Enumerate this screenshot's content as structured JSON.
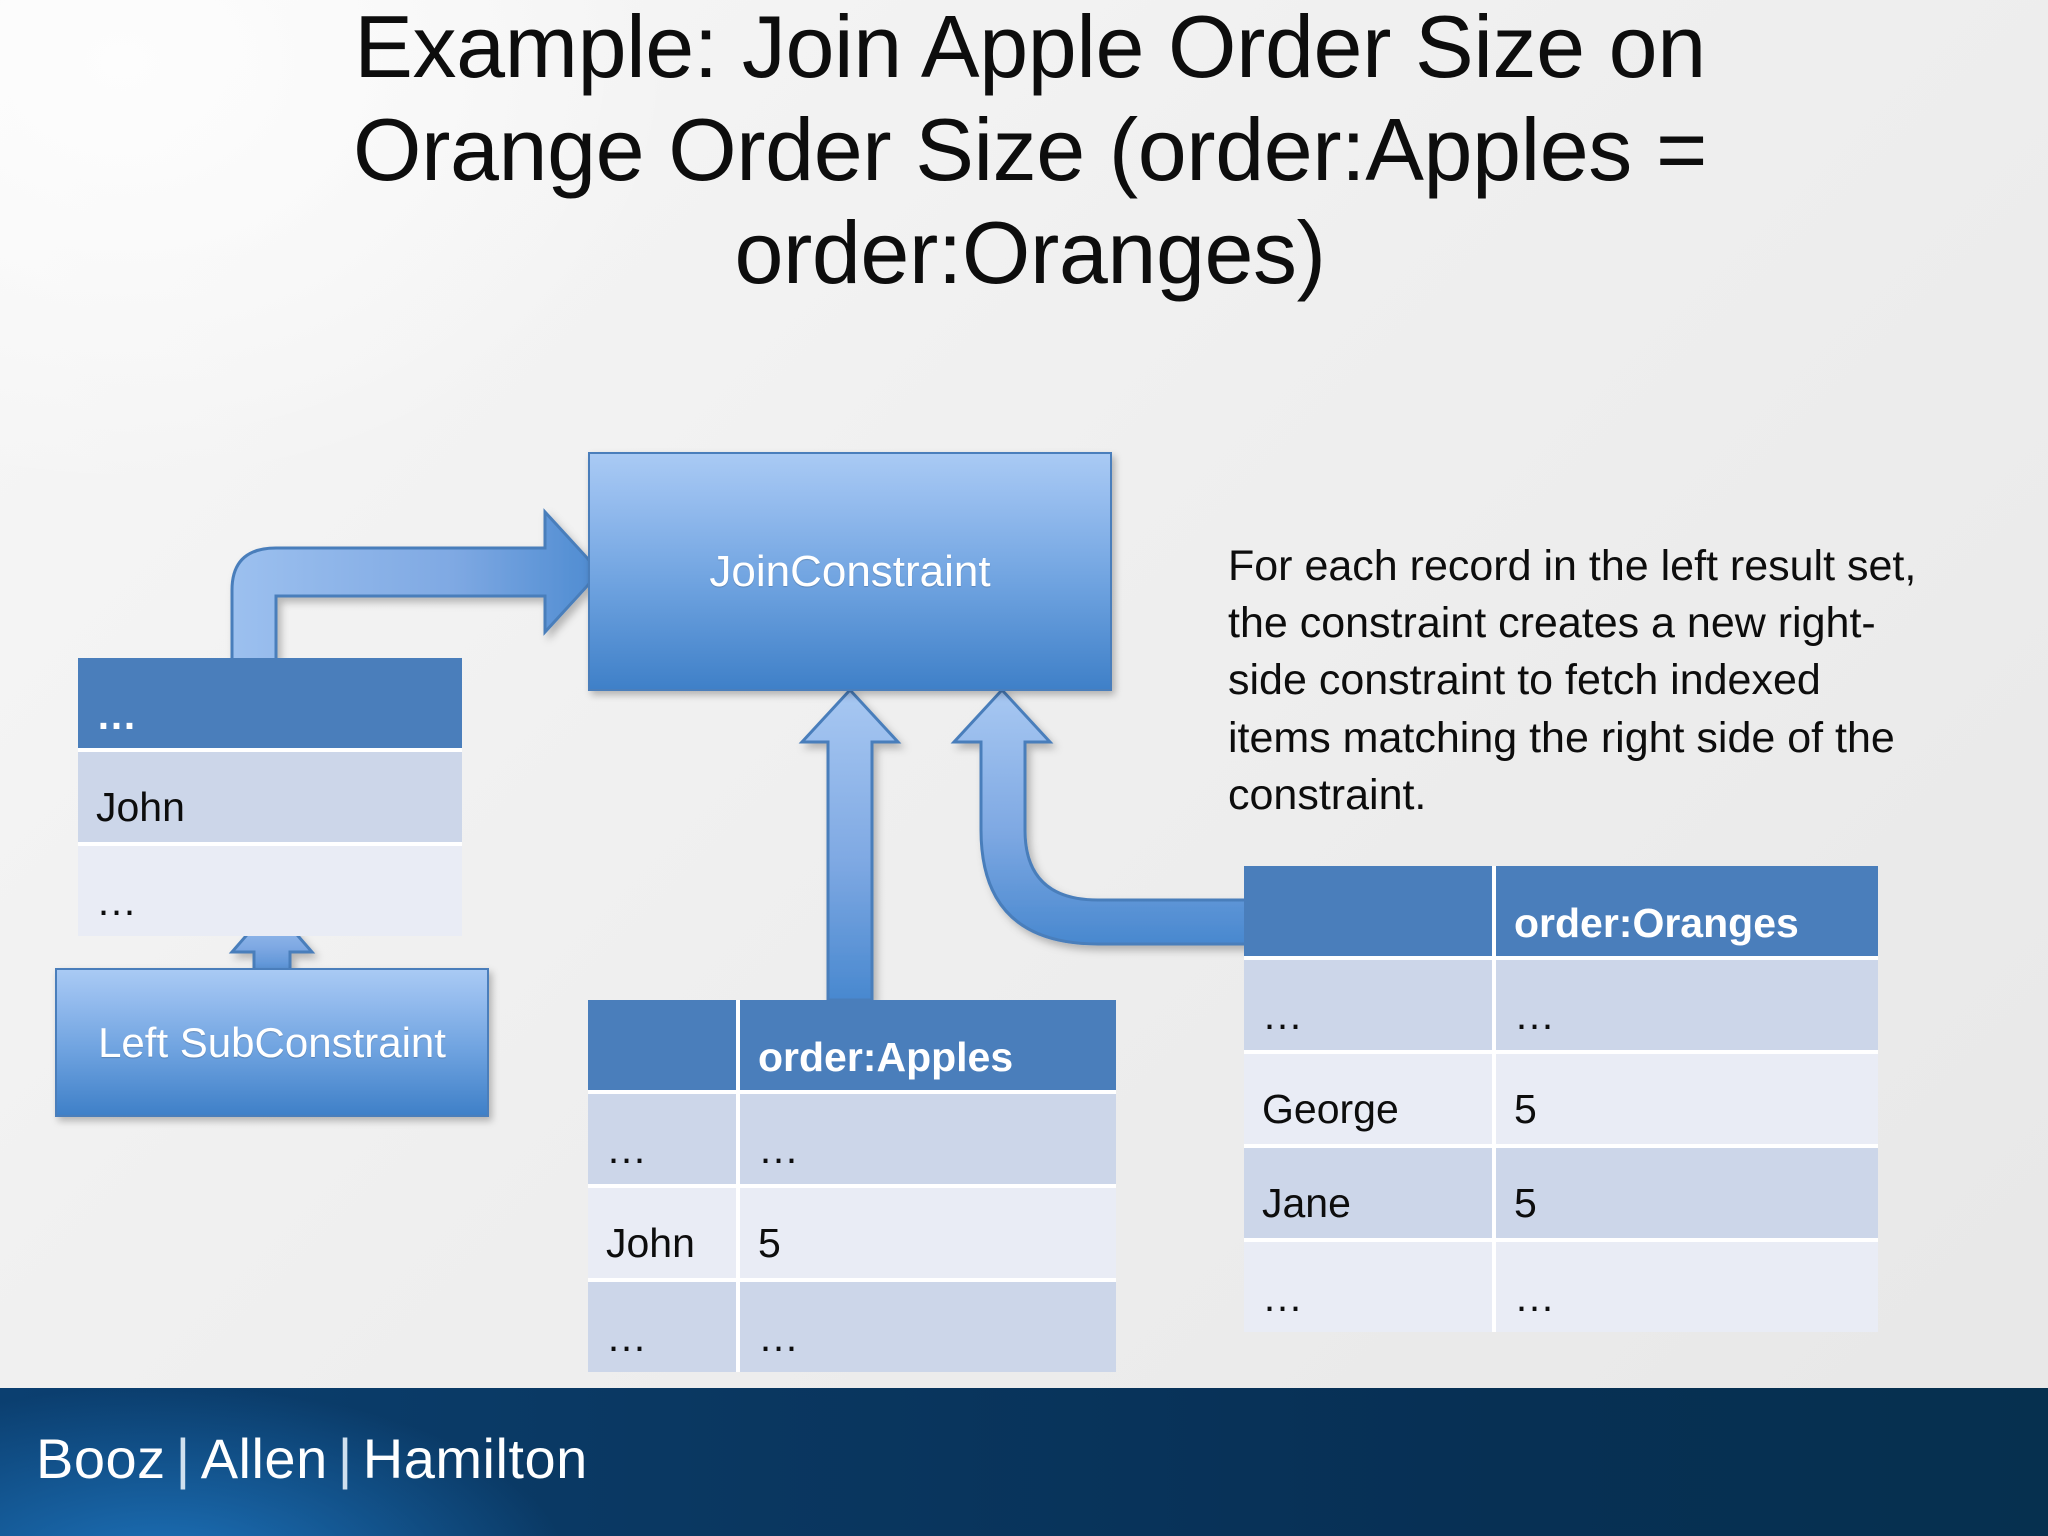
{
  "slide": {
    "title": "Example: Join Apple Order Size on\nOrange Order Size (order:Apples =\norder:Oranges)",
    "background_color": "#efefef",
    "accent_color": "#4a7ebb"
  },
  "nodes": {
    "join_constraint": "JoinConstraint",
    "left_subconstraint": "Left SubConstraint"
  },
  "note": "For each record in the left result set, the constraint creates a new right-side constraint to fetch indexed items matching the right side of the constraint.",
  "tables": {
    "left_result": {
      "headers": [
        "…"
      ],
      "rows": [
        [
          "John"
        ],
        [
          "…"
        ]
      ]
    },
    "apples": {
      "headers": [
        "",
        "order:Apples"
      ],
      "rows": [
        [
          "…",
          "…"
        ],
        [
          "John",
          "5"
        ],
        [
          "…",
          "…"
        ]
      ]
    },
    "oranges": {
      "headers": [
        "",
        "order:Oranges"
      ],
      "rows": [
        [
          "…",
          "…"
        ],
        [
          "George",
          "5"
        ],
        [
          "Jane",
          "5"
        ],
        [
          "…",
          "…"
        ]
      ]
    }
  },
  "footer": {
    "brand_1": "Booz",
    "brand_2": "Allen",
    "brand_3": "Hamilton",
    "separator": "|"
  }
}
